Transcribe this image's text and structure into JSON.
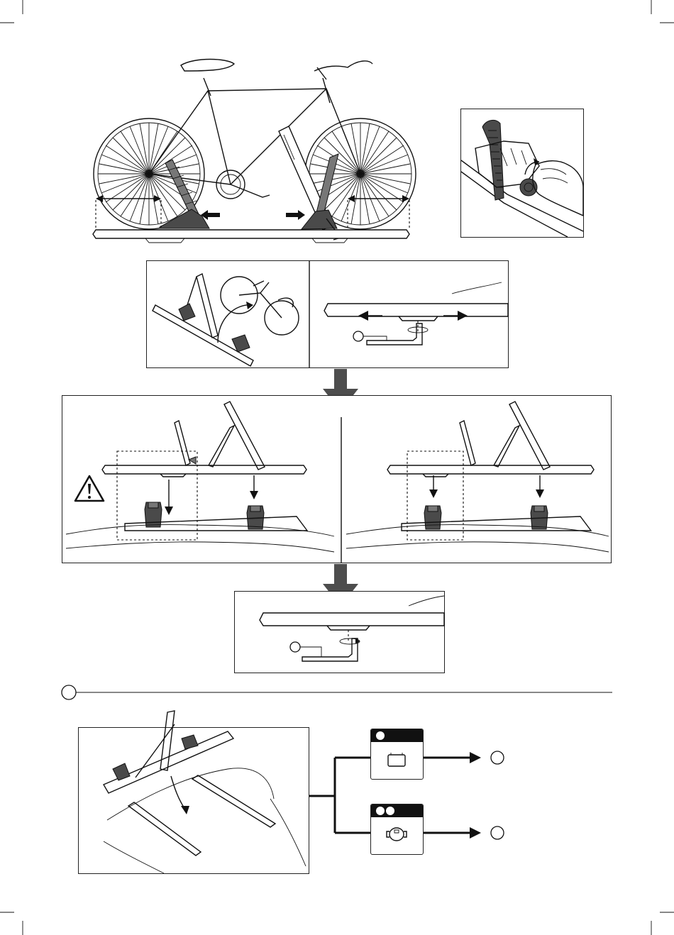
{
  "colors": {
    "line": "#111111",
    "flow_arrow": "#4d4d4d",
    "clamp_grey": "#777777",
    "dark_grey": "#4a4a4a"
  },
  "icons": {
    "warning": "warning-triangle-icon",
    "hex_key": "allen-key-icon",
    "rotate": "rotate-arrow-icon",
    "square_bar": "square-bar-icon",
    "t_track": "t-track-profile-icon"
  },
  "steps": [
    {
      "id": "bike-mount",
      "panel": "bike-side-view"
    },
    {
      "id": "strap-tighten",
      "panel": "strap-closeup"
    },
    {
      "id": "lift-bike",
      "panel": "lift-view"
    },
    {
      "id": "adjust-foot",
      "panel": "rail-adjust"
    },
    {
      "id": "position-left",
      "panel": "mount-wrong"
    },
    {
      "id": "position-right",
      "panel": "mount-right"
    },
    {
      "id": "tighten-foot",
      "panel": "rail-tighten"
    },
    {
      "id": "mount-on-roof",
      "panel": "roof-view"
    }
  ],
  "options": [
    {
      "id": "square-bar",
      "dots": 1
    },
    {
      "id": "t-track",
      "dots": 2
    }
  ]
}
